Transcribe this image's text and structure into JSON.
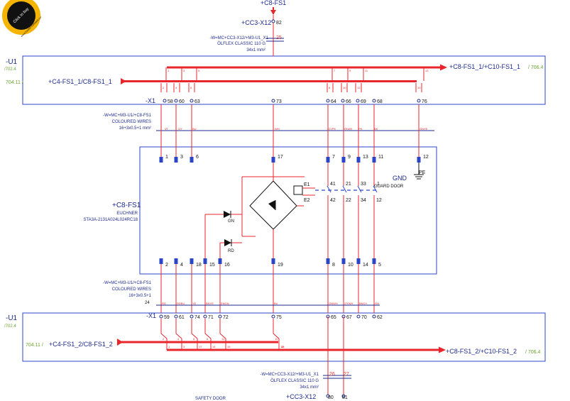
{
  "colors": {
    "wire": "#e8262b",
    "frame_red": "#e23a2c",
    "box": "#2b45c8",
    "ink": "#1c2a8c",
    "ref": "#6aa32f",
    "black": "#111111"
  },
  "badge": {
    "line1": "Click to buy",
    "line2": "www.tracker-software.com",
    "icon": "shopping-badge-icon"
  },
  "top": {
    "fs1": "+C8-FS1",
    "cc3": "+CC3-X12",
    "pin82": "82",
    "cable_name": "-W=MC+CC3-X12/+M3-U1_X1",
    "cable_type": "ÖLFLEX CLASSIC 110 G",
    "cable_size": "34x1 mm²",
    "cable_core": "25"
  },
  "u1_top": {
    "label": "-U1",
    "ref": "/702.4",
    "left_ref": "704.11 /",
    "left_sig": "+C4-FS1_1/C8-FS1_1",
    "right_sig": "+C8-FS1_1/+C10-FS1_1",
    "right_ref": "/ 706.4",
    "x1": "-X1",
    "terminals": [
      "58",
      "60",
      "63",
      "73",
      "64",
      "66",
      "69",
      "68",
      "76"
    ],
    "bus_nums": [
      "1",
      "3",
      "5",
      "7",
      "9",
      "11",
      "13"
    ],
    "relay_nums": [
      "2",
      "4",
      "6",
      "8",
      "10",
      "12",
      "19"
    ]
  },
  "cable_mid": {
    "name": "-W=MC+M3-U1/+C8-FS1",
    "type": "COLOURED WIRES",
    "size": "16+3x0.5+1 mm²",
    "colors": [
      "VT",
      "GY",
      "BU",
      "WH",
      "GYPK",
      "YEWH",
      "PK",
      "BK",
      "GNYE"
    ]
  },
  "device": {
    "label": "+C8-FS1",
    "maker": "EUCHNER",
    "part": "STA3A-2131A024L024RC18",
    "gnd": "GND",
    "pe": "PE",
    "guard": "GUARD DOOR",
    "top_pins": [
      "1",
      "3",
      "6",
      "17",
      "7",
      "9",
      "13",
      "11",
      "12"
    ],
    "bottom_pins": [
      "2",
      "4",
      "18",
      "15",
      "16",
      "19",
      "8",
      "10",
      "14",
      "5"
    ],
    "e1": "E1",
    "e2": "E2",
    "contacts_top": [
      "41",
      "21",
      "33"
    ],
    "contacts_bottom": [
      "42",
      "22",
      "34",
      "12"
    ],
    "led_gn": "GN",
    "led_rd": "RD"
  },
  "cable_low": {
    "name": "-W=MC+M3-U1/+C8-FS1",
    "type": "COLOURED WIRES",
    "size": "16+3x0.5+1",
    "core": "24",
    "colors": [
      "RD",
      "RDBU",
      "YE",
      "BNYE",
      "ENGN",
      "BV",
      "GNWH",
      "GYWH",
      "BNGY",
      "GN"
    ]
  },
  "u1_bot": {
    "label": "-U1",
    "ref": "/702.4",
    "left_ref": "704.11 /",
    "left_sig": "+C4-FS1_2/C8-FS1_2",
    "right_sig": "+C8-FS1_2/+C10-FS1_2",
    "right_ref": "/ 706.4",
    "x1": "-X1",
    "terminals": [
      "59",
      "61",
      "74",
      "71",
      "72",
      "75",
      "65",
      "67",
      "70",
      "62"
    ],
    "relay_nums": [
      "2",
      "4",
      "8",
      "6",
      "12",
      "10",
      "18"
    ],
    "bus_nums": [
      "1",
      "3",
      "17",
      "14",
      "15",
      "13",
      "16"
    ]
  },
  "bottom": {
    "cable_name": "-W=MC+CC3-X12/+M3-U1_X1",
    "cable_type": "ÖLFLEX CLASSIC 110 G",
    "cable_size": "34x1 mm²",
    "cores": [
      "26",
      "27"
    ],
    "cc3": "+CC3-X12",
    "pins": [
      "80",
      "81"
    ],
    "safety": "SAFETY DOOR"
  }
}
